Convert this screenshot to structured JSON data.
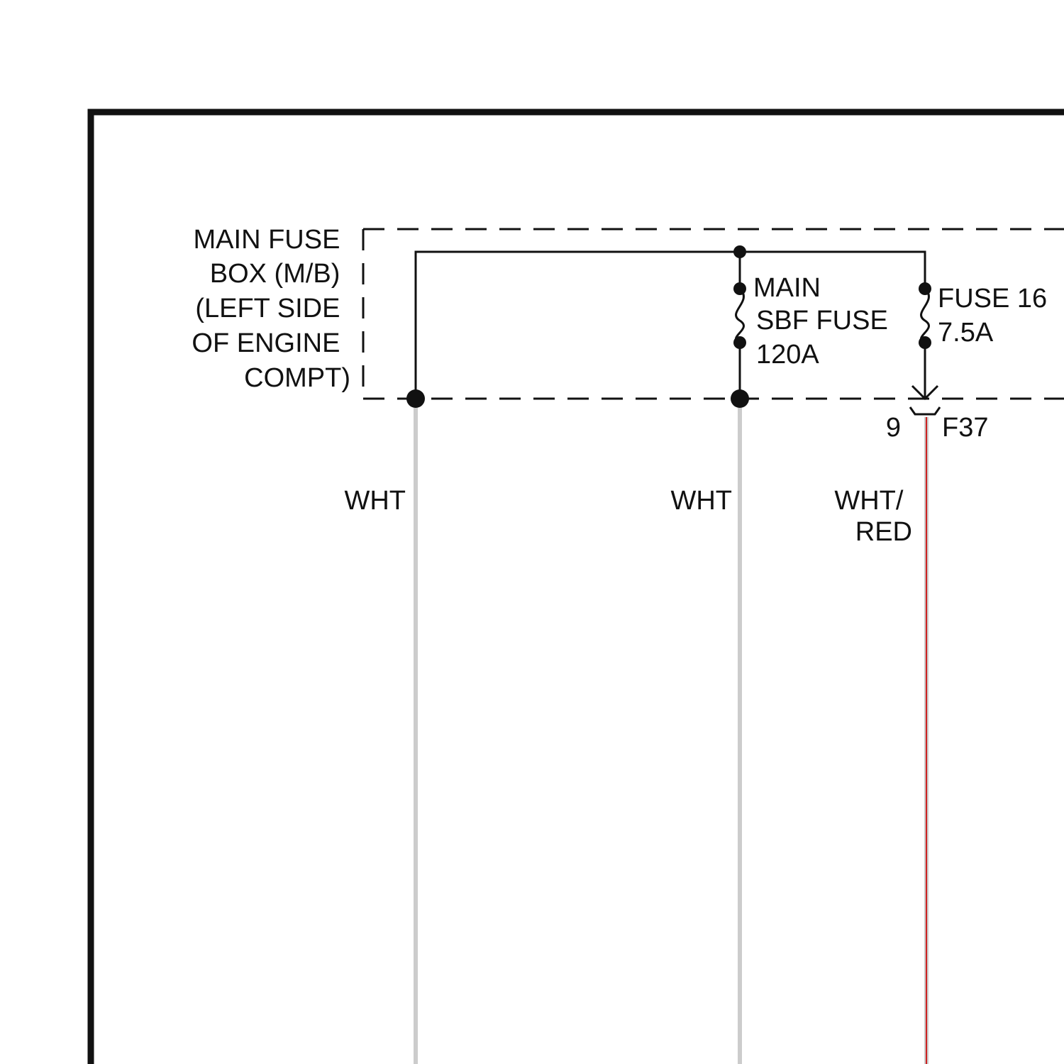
{
  "colors": {
    "line": "#111111",
    "wire_white": "#cccccc",
    "wire_red": "#cc2222",
    "background": "#ffffff"
  },
  "fuse_box": {
    "label_lines": [
      "MAIN FUSE",
      "BOX (M/B)",
      "(LEFT SIDE",
      "OF ENGINE",
      "COMPT)"
    ]
  },
  "main_fuse": {
    "label_lines": [
      "MAIN",
      "SBF FUSE",
      "120A"
    ]
  },
  "fuse16": {
    "label_lines": [
      "FUSE 16",
      "7.5A"
    ]
  },
  "connector": {
    "pin": "9",
    "id": "F37"
  },
  "wires": [
    {
      "color_label": [
        "WHT"
      ]
    },
    {
      "color_label": [
        "WHT"
      ]
    },
    {
      "color_label": [
        "WHT/",
        "RED"
      ]
    }
  ]
}
